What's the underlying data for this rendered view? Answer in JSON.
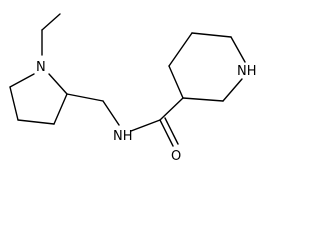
{
  "atoms": {
    "pyrrolidine_nitrogen": "N",
    "amide_nitrogen": "NH",
    "carbonyl_oxygen": "O",
    "piperidine_nitrogen": "NH"
  },
  "colors": {
    "bond": "#000000",
    "label": "#000000",
    "background": "#ffffff"
  }
}
